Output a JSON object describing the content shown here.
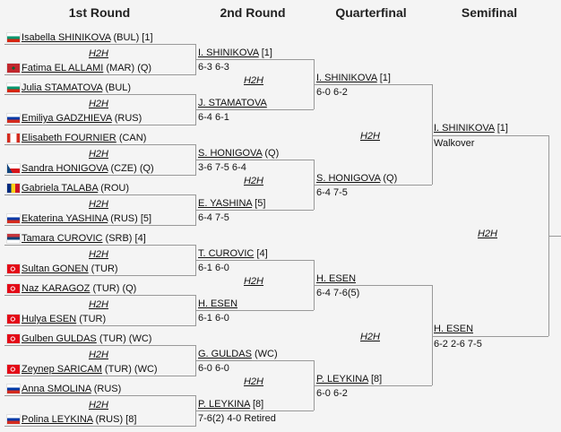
{
  "headers": [
    "1st Round",
    "2nd Round",
    "Quarterfinal",
    "Semifinal"
  ],
  "h2h_label": "H2H",
  "round1": [
    {
      "name": "Isabella SHINIKOVA",
      "suffix": " (BUL) [1]",
      "flag": "BUL"
    },
    {
      "name": "Fatima EL ALLAMI",
      "suffix": " (MAR) (Q)",
      "flag": "MAR"
    },
    {
      "name": "Julia STAMATOVA",
      "suffix": " (BUL)",
      "flag": "BUL"
    },
    {
      "name": "Emiliya GADZHIEVA",
      "suffix": " (RUS)",
      "flag": "RUS"
    },
    {
      "name": "Elisabeth FOURNIER",
      "suffix": " (CAN)",
      "flag": "CAN"
    },
    {
      "name": "Sandra HONIGOVA",
      "suffix": " (CZE) (Q)",
      "flag": "CZE"
    },
    {
      "name": "Gabriela TALABA",
      "suffix": " (ROU)",
      "flag": "ROU"
    },
    {
      "name": "Ekaterina YASHINA",
      "suffix": " (RUS) [5]",
      "flag": "RUS"
    },
    {
      "name": "Tamara CUROVIC",
      "suffix": " (SRB) [4]",
      "flag": "SRB"
    },
    {
      "name": "Sultan GONEN",
      "suffix": " (TUR)",
      "flag": "TUR"
    },
    {
      "name": "Naz KARAGOZ",
      "suffix": " (TUR) (Q)",
      "flag": "TUR"
    },
    {
      "name": "Hulya ESEN",
      "suffix": " (TUR)",
      "flag": "TUR"
    },
    {
      "name": "Gulben GULDAS",
      "suffix": " (TUR) (WC)",
      "flag": "TUR"
    },
    {
      "name": "Zeynep SARICAM",
      "suffix": " (TUR) (WC)",
      "flag": "TUR"
    },
    {
      "name": "Anna SMOLINA",
      "suffix": " (RUS)",
      "flag": "RUS"
    },
    {
      "name": "Polina LEYKINA",
      "suffix": " (RUS) [8]",
      "flag": "RUS"
    }
  ],
  "round2": [
    {
      "name": "I. SHINIKOVA",
      "suffix": " [1]",
      "score": "6-3 6-3"
    },
    {
      "name": "J. STAMATOVA",
      "suffix": "",
      "score": "6-4 6-1"
    },
    {
      "name": "S. HONIGOVA",
      "suffix": " (Q)",
      "score": "3-6 7-5 6-4"
    },
    {
      "name": "E. YASHINA",
      "suffix": " [5]",
      "score": "6-4 7-5"
    },
    {
      "name": "T. CUROVIC",
      "suffix": " [4]",
      "score": "6-1 6-0"
    },
    {
      "name": "H. ESEN",
      "suffix": "",
      "score": "6-1 6-0"
    },
    {
      "name": "G. GULDAS",
      "suffix": " (WC)",
      "score": "6-0 6-0"
    },
    {
      "name": "P. LEYKINA",
      "suffix": " [8]",
      "score": "7-6(2) 4-0 Retired"
    }
  ],
  "quarterfinal": [
    {
      "name": "I. SHINIKOVA",
      "suffix": " [1]",
      "score": "6-0 6-2"
    },
    {
      "name": "S. HONIGOVA",
      "suffix": " (Q)",
      "score": "6-4 7-5"
    },
    {
      "name": "H. ESEN",
      "suffix": "",
      "score": "6-4 7-6(5)"
    },
    {
      "name": "P. LEYKINA",
      "suffix": " [8]",
      "score": "6-0 6-2"
    }
  ],
  "semifinal": [
    {
      "name": "I. SHINIKOVA",
      "suffix": " [1]",
      "score": "Walkover"
    },
    {
      "name": "H. ESEN",
      "suffix": "",
      "score": "6-2 2-6 7-5"
    }
  ],
  "colors": {
    "line": "#999999",
    "background": "#f4f4f4"
  }
}
